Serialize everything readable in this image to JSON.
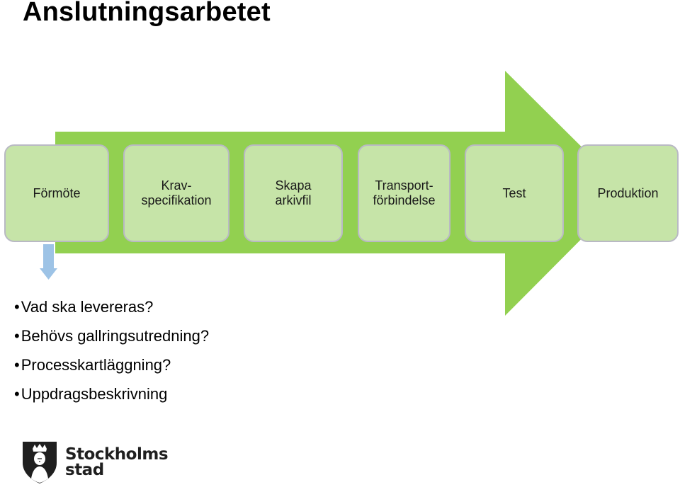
{
  "slide": {
    "title": "Anslutningsarbetet"
  },
  "process": {
    "steps": [
      {
        "label": "Förmöte"
      },
      {
        "label": "Krav-\nspecifikation"
      },
      {
        "label": "Skapa\narkivfil"
      },
      {
        "label": "Transport-\nförbindelse"
      },
      {
        "label": "Test"
      },
      {
        "label": "Produktion"
      }
    ],
    "colors": {
      "arrow": "#92d050",
      "box_fill": "#c6e4a8",
      "box_border": "#b9b9c4",
      "down_arrow": "#9dc3e6"
    }
  },
  "questions": {
    "items": [
      "Vad ska levereras?",
      "Behövs gallringsutredning?",
      "Processkartläggning?",
      "Uppdragsbeskrivning"
    ]
  },
  "logo": {
    "line1": "Stockholms",
    "line2": "stad"
  }
}
